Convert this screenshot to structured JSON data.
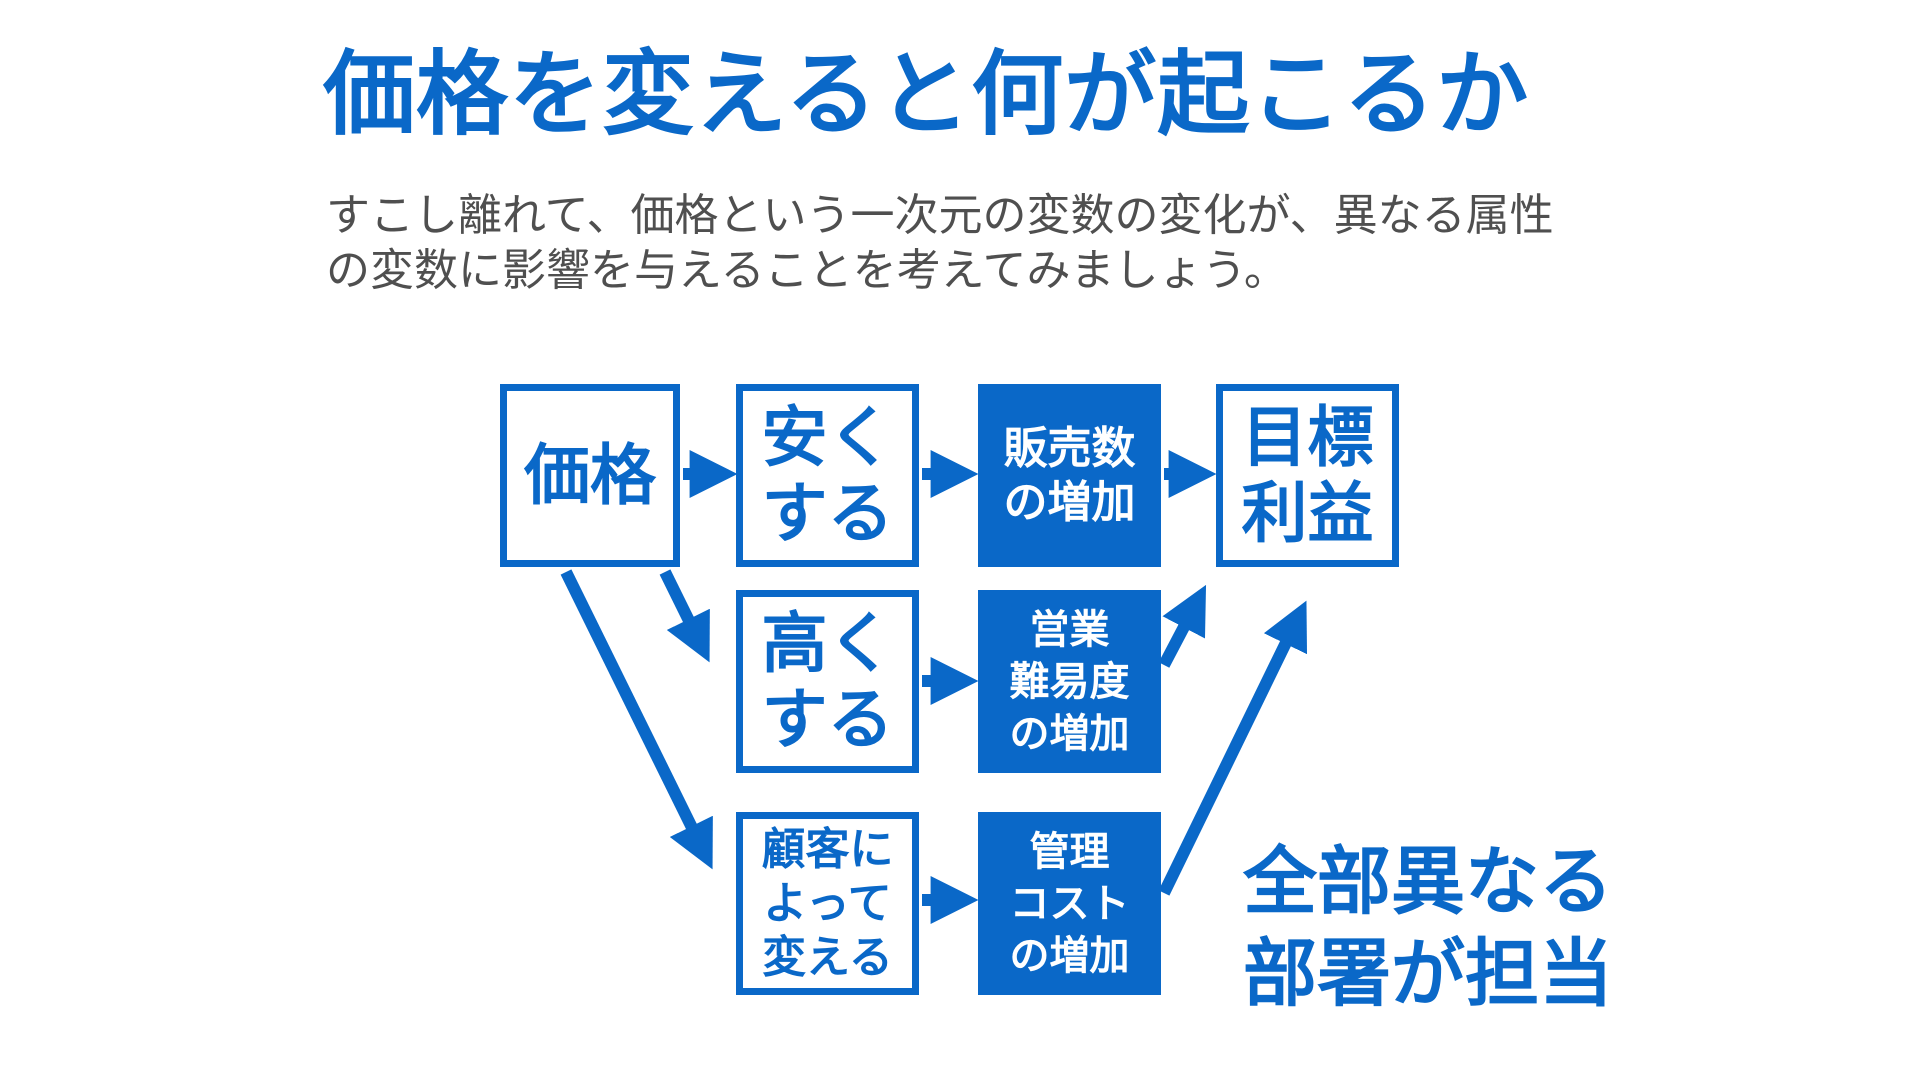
{
  "title": "価格を変えると何が起こるか",
  "subtitle": {
    "line1": "すこし離れて、価格という一次元の変数の変化が、異なる属性",
    "line2": "の変数に影響を与えることを考えてみましょう。"
  },
  "diagram": {
    "price": "価格",
    "cheap": {
      "line1": "安く",
      "line2": "する"
    },
    "high": {
      "line1": "高く",
      "line2": "する"
    },
    "customer": {
      "line1": "顧客に",
      "line2": "よって",
      "line3": "変える"
    },
    "sales": {
      "line1": "販売数",
      "line2": "の増加"
    },
    "difficulty": {
      "line1": "営業",
      "line2": "難易度",
      "line3": "の増加"
    },
    "cost": {
      "line1": "管理",
      "line2": "コスト",
      "line3": "の増加"
    },
    "target": {
      "line1": "目標",
      "line2": "利益"
    }
  },
  "note": {
    "line1": "全部異なる",
    "line2": "部署が担当"
  },
  "colors": {
    "accent": "#0a68c8",
    "body_text": "#4f4f4f",
    "background": "#ffffff"
  }
}
